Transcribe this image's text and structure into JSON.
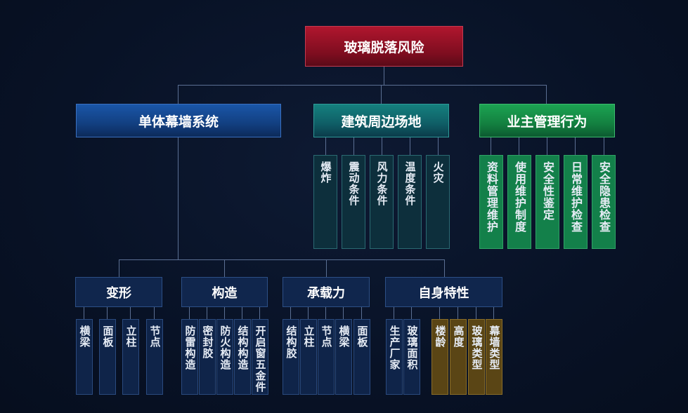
{
  "root": {
    "label": "玻璃脱落风险"
  },
  "level1": [
    {
      "label": "单体幕墙系统",
      "color": "#1a56a8"
    },
    {
      "label": "建筑周边场地",
      "color": "#15807e",
      "children": [
        "爆炸",
        "震动条件",
        "风力条件",
        "温度条件",
        "火灾"
      ]
    },
    {
      "label": "业主管理行为",
      "color": "#1ca352",
      "children": [
        "资料管理维护",
        "使用维护制度",
        "安全性鉴定",
        "日常维护检查",
        "安全隐患检查"
      ]
    }
  ],
  "level2": [
    {
      "label": "变形",
      "children": [
        "横梁",
        "面板",
        "立柱",
        "节点"
      ]
    },
    {
      "label": "构造",
      "children": [
        "防雷构造",
        "密封胶",
        "防火构造",
        "结构构造",
        "开启窗五金件"
      ]
    },
    {
      "label": "承载力",
      "children": [
        "结构胶",
        "立柱",
        "节点",
        "横梁",
        "面板"
      ]
    },
    {
      "label": "自身特性",
      "children": [
        "生产厂家",
        "玻璃面积",
        "楼龄",
        "高度",
        "玻璃类型",
        "幕墙类型"
      ],
      "highlight_color": "#5a4515"
    }
  ]
}
